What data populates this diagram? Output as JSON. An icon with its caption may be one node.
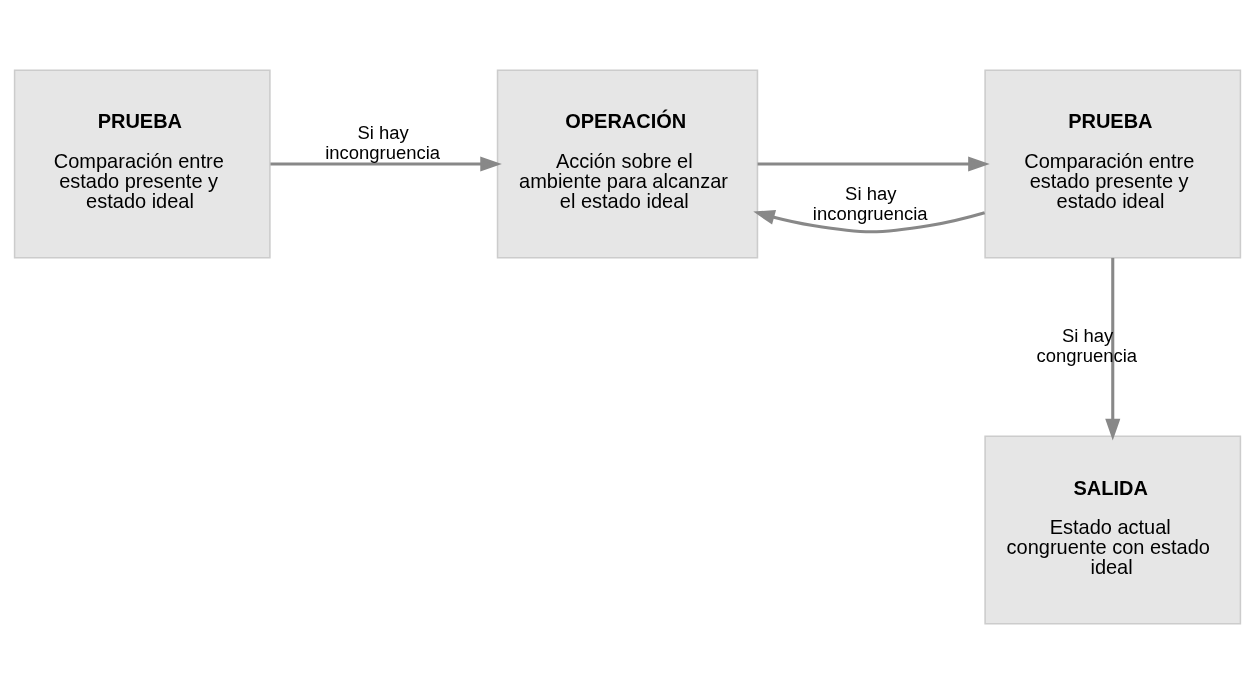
{
  "diagram": {
    "nodes": [
      {
        "text": [
          "PRUEBA",
          "Comparación entre estado presente y estado ideal"
        ]
      },
      {
        "text": [
          "OPERACIÓN",
          "Acción sobre el ambiente para alcanzar el estado ideal"
        ]
      },
      {
        "text": [
          "PRUEBA",
          "Comparación entre estado presente y estado ideal"
        ]
      },
      {
        "text": [
          "SALIDA",
          "Estado actual congruente con estado ideal"
        ]
      }
    ],
    "edges": [
      {
        "from": 0,
        "to": 1,
        "arrow": "to",
        "label": "Si hay incongruencia"
      },
      {
        "from": 1,
        "to": 2,
        "arrow": "to"
      },
      {
        "from": 2,
        "to": 1,
        "arrow": "to",
        "label": "Si hay incongruencia"
      },
      {
        "from": 2,
        "to": 3,
        "arrow": "to",
        "label": "Si hay congruencia"
      }
    ]
  }
}
